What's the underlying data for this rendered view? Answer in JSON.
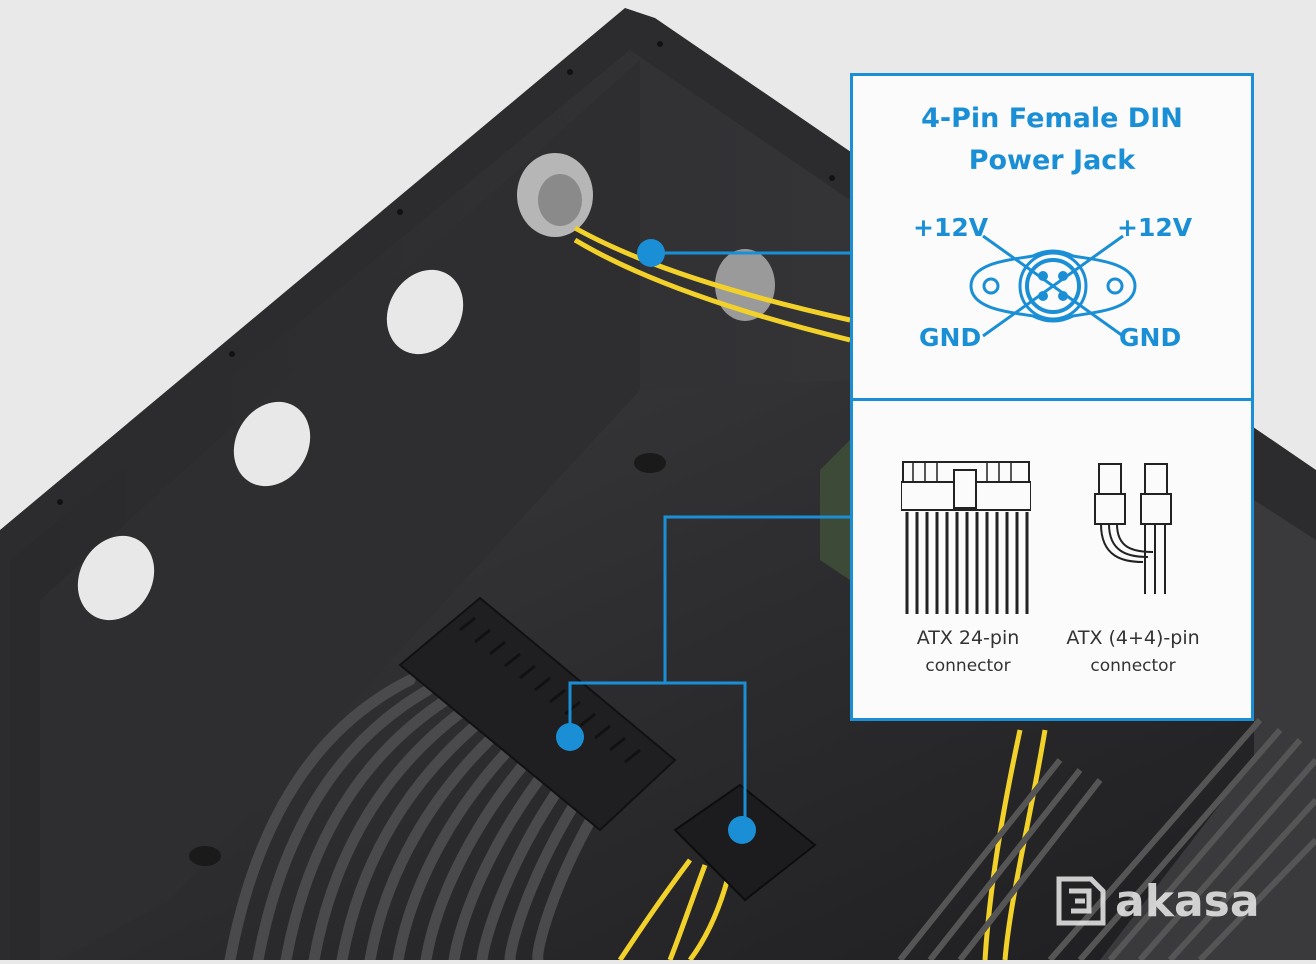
{
  "callout": {
    "din": {
      "title_line1": "4-Pin Female DIN",
      "title_line2": "Power Jack",
      "pins": {
        "top_left": "+12V",
        "top_right": "+12V",
        "bottom_left": "GND",
        "bottom_right": "GND"
      }
    },
    "atx": {
      "left_label_line1": "ATX 24-pin",
      "left_label_line2": "connector",
      "right_label_line1": "ATX (4+4)-pin",
      "right_label_line2": "connector"
    }
  },
  "colors": {
    "accent": "#1b8fd6",
    "wire_yellow": "#f2d22a",
    "enclosure": "#2b2b2d",
    "background": "#e9e9ea"
  },
  "brand": {
    "logo_text": "akasa"
  }
}
